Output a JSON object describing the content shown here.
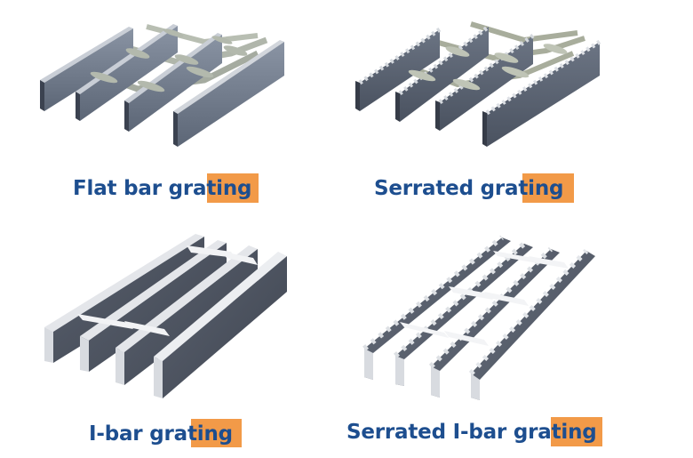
{
  "colors": {
    "label_text": "#1d4e8f",
    "highlight": "#f29a48",
    "background": "#ffffff",
    "steel_dark": "#4c5563",
    "steel_mid": "#707a88",
    "steel_light": "#d8dce2"
  },
  "panels": [
    {
      "id": "flat-bar",
      "label": "Flat bar grating",
      "image_alt": "flat-bar-grating-image"
    },
    {
      "id": "serrated",
      "label": "Serrated grating",
      "image_alt": "serrated-grating-image"
    },
    {
      "id": "i-bar",
      "label": "I-bar grating",
      "image_alt": "i-bar-grating-image"
    },
    {
      "id": "serrated-i-bar",
      "label": "Serrated I-bar grating",
      "image_alt": "serrated-i-bar-grating-image"
    }
  ]
}
